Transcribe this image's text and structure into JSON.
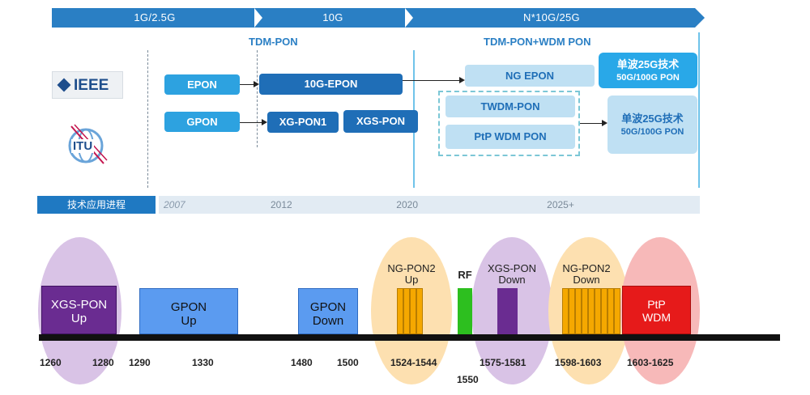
{
  "generations": [
    "1G/2.5G",
    "10G",
    "N*10G/25G"
  ],
  "headers": {
    "tdm_pon": "TDM-PON",
    "tdm_wdm_pon": "TDM-PON+WDM PON"
  },
  "orgs": {
    "ieee": "IEEE",
    "itu": "ITU"
  },
  "tech": {
    "epon": "EPON",
    "gpon": "GPON",
    "tenG_epon": "10G-EPON",
    "xg_pon1": "XG-PON1",
    "xgs_pon": "XGS-PON",
    "ng_epon": "NG EPON",
    "twdm_pon": "TWDM-PON",
    "ptp_wdm_pon": "PtP WDM PON",
    "box1_title": "单波25G技术",
    "box1_sub": "50G/100G PON",
    "box2_title": "单波25G技术",
    "box2_sub": "50G/100G PON"
  },
  "timeline": {
    "label": "技术应用进程",
    "y2007": "2007",
    "y2012": "2012",
    "y2020": "2020",
    "y2025": "2025+"
  },
  "spectrum": {
    "bands": {
      "xgs_up": [
        "XGS-PON",
        "Up"
      ],
      "gpon_up": [
        "GPON",
        "Up"
      ],
      "gpon_down": [
        "GPON",
        "Down"
      ],
      "ngpon2_up": [
        "NG-PON2",
        "Up"
      ],
      "rf": "RF",
      "xgs_down": [
        "XGS-PON",
        "Down"
      ],
      "ngpon2_down": [
        "NG-PON2",
        "Down"
      ],
      "ptp_wdm": [
        "PtP",
        "WDM"
      ]
    },
    "ticks": [
      "1260",
      "1280",
      "1290",
      "1330",
      "1480",
      "1500",
      "1524-1544",
      "1550",
      "1575-1581",
      "1598-1603",
      "1603-1625"
    ],
    "colors": {
      "xgs_up": "#6a2c91",
      "gpon": "#5b9bf0",
      "ngpon2": "#f5a800",
      "rf": "#2dbf1f",
      "xgs_down": "#6a2c91",
      "ptp": "#e61a1a"
    }
  }
}
